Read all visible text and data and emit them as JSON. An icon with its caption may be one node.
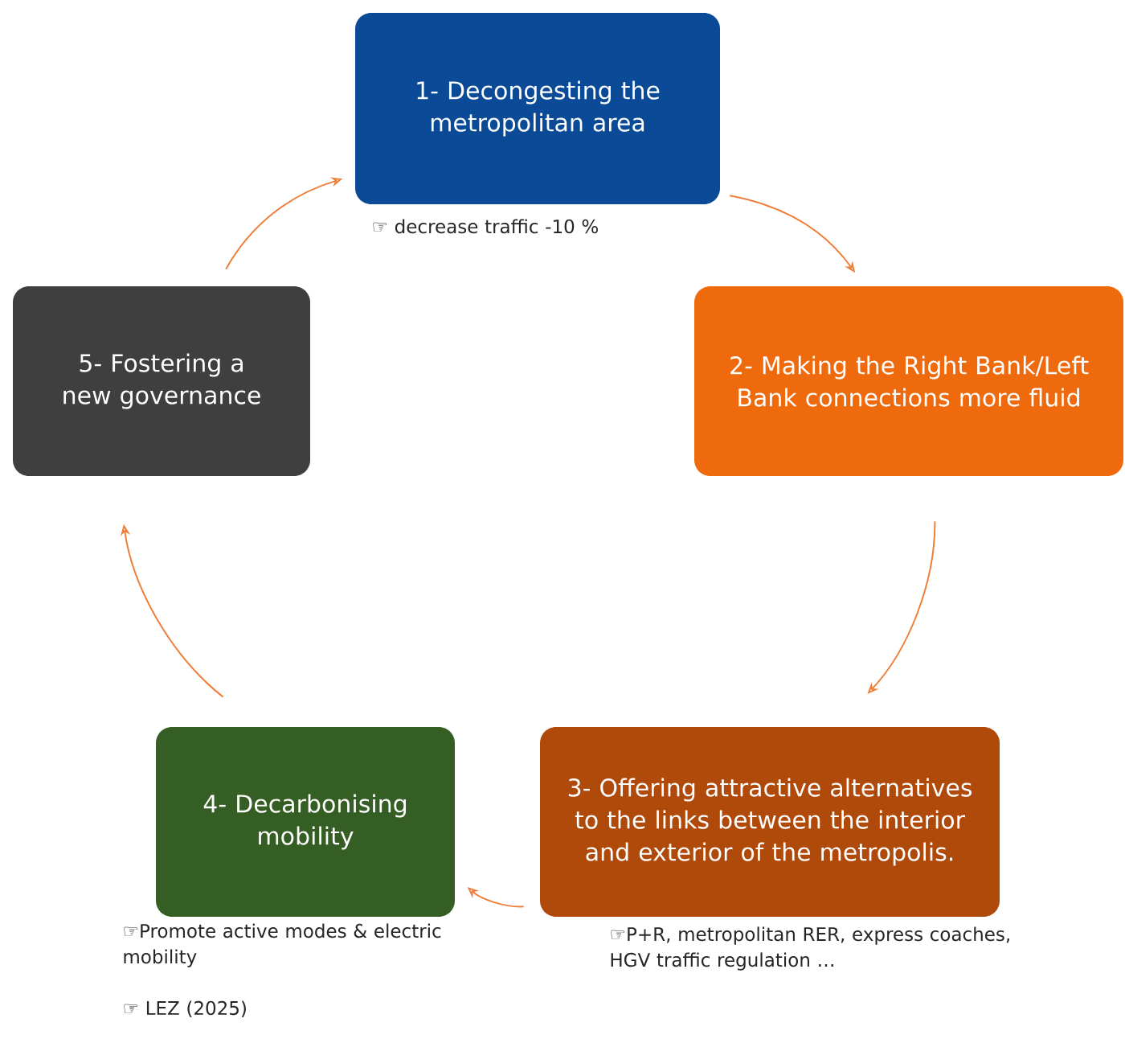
{
  "diagram": {
    "nodes": [
      {
        "text": [
          "1- Decongesting the metropolitan area"
        ],
        "beside": [
          "☞ decrease traffic -10 %"
        ]
      },
      {
        "text": [
          "2- Making the Right Bank/Left Bank connections more fluid"
        ]
      },
      {
        "text": [
          "3- Offering attractive alternatives to the links between the interior and exterior of the metropolis."
        ],
        "beside": [
          "☞P+R, metropolitan RER, express coaches, HGV traffic regulation …"
        ]
      },
      {
        "text": [
          "4- Decarbonising mobility"
        ],
        "beside": [
          "☞Promote active modes & electric mobility",
          "☞ LEZ (2025)"
        ]
      },
      {
        "text": [
          "5- Fostering a new governance"
        ]
      }
    ],
    "edges": [
      {
        "from": 0,
        "to": 1,
        "arrow": "to"
      },
      {
        "from": 1,
        "to": 2,
        "arrow": "to"
      },
      {
        "from": 2,
        "to": 3,
        "arrow": "to"
      },
      {
        "from": 3,
        "to": 4,
        "arrow": "to"
      },
      {
        "from": 4,
        "to": 0,
        "arrow": "to"
      }
    ]
  }
}
